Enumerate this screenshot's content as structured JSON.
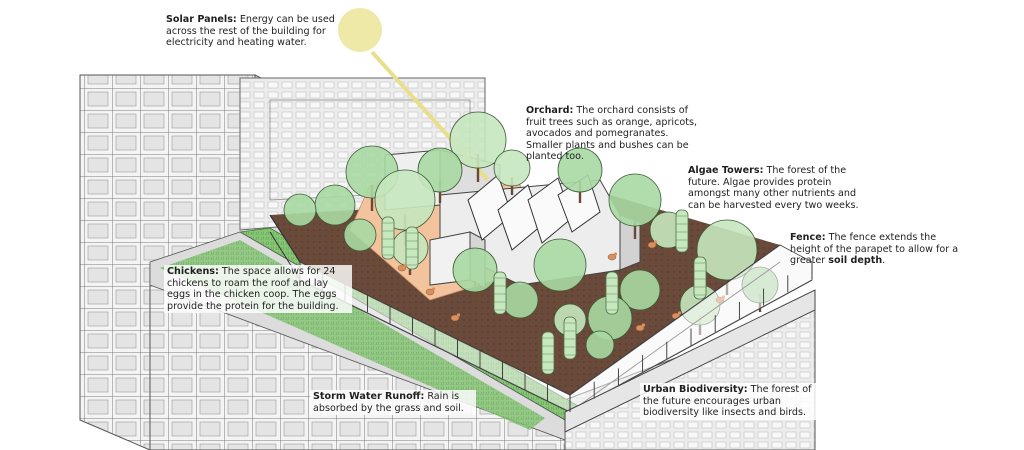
{
  "annotations": {
    "solar": {
      "title": "Solar Panels:",
      "text": "Energy can be used across the rest of the building for electricity and heating water."
    },
    "orchard": {
      "title": "Orchard:",
      "text": "The orchard consists of fruit trees such as orange, apricots, avocados and pomegranates. Smaller plants and bushes can be planted too."
    },
    "algae": {
      "title": "Algae Towers:",
      "text": "The forest of the future. Algae provides protein amongst many other nutrients and can be harvested every two weeks."
    },
    "fence": {
      "title": "Fence:",
      "text": "The fence extends the height of the parapet to allow for a greater",
      "emphasis": "soil depth",
      "tail": "."
    },
    "chickens": {
      "title": "Chickens:",
      "text": "The space allows for 24 chickens to roam the roof and lay eggs in the chicken coop. The eggs provide the protein for the building."
    },
    "storm": {
      "title": "Storm Water Runoff:",
      "text": "Rain is absorbed by the grass and soil."
    },
    "biodiversity": {
      "title": "Urban Biodiversity:",
      "text": "The forest of the future encourages urban biodiversity like insects and birds."
    }
  },
  "colors": {
    "sun": "#efe9a8",
    "tree_canopy": "#a8d9a3",
    "tree_canopy_light": "#c7e7bf",
    "trunk": "#6b4a35",
    "soil": "#6a4a3a",
    "grass": "#7fc06e",
    "walkway": "#f2c39c",
    "structure": "#e8e8e8",
    "line": "#333333"
  }
}
